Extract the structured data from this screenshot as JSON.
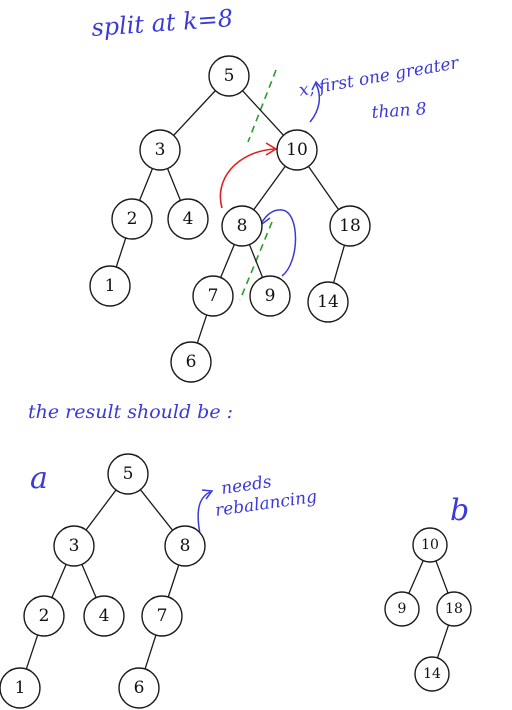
{
  "annotations": {
    "title": "split at k=8",
    "note_x_line1": "x, first one greater",
    "note_x_line2": "than 8",
    "result_heading": "the result should be :",
    "label_a": "a",
    "label_b": "b",
    "note_rebalance_line1": "needs",
    "note_rebalance_line2": "rebalancing"
  },
  "trees": {
    "original": {
      "nodes": [
        {
          "id": "n5",
          "label": "5"
        },
        {
          "id": "n3",
          "label": "3"
        },
        {
          "id": "n10",
          "label": "10"
        },
        {
          "id": "n2",
          "label": "2"
        },
        {
          "id": "n4",
          "label": "4"
        },
        {
          "id": "n8",
          "label": "8"
        },
        {
          "id": "n18",
          "label": "18"
        },
        {
          "id": "n1",
          "label": "1"
        },
        {
          "id": "n7",
          "label": "7"
        },
        {
          "id": "n9",
          "label": "9"
        },
        {
          "id": "n14",
          "label": "14"
        },
        {
          "id": "n6",
          "label": "6"
        }
      ],
      "edges": [
        [
          "n5",
          "n3"
        ],
        [
          "n5",
          "n10"
        ],
        [
          "n3",
          "n2"
        ],
        [
          "n3",
          "n4"
        ],
        [
          "n2",
          "n1"
        ],
        [
          "n10",
          "n8"
        ],
        [
          "n10",
          "n18"
        ],
        [
          "n8",
          "n7"
        ],
        [
          "n8",
          "n9"
        ],
        [
          "n7",
          "n6"
        ],
        [
          "n18",
          "n14"
        ]
      ]
    },
    "result_a": {
      "nodes": [
        {
          "id": "a5",
          "label": "5"
        },
        {
          "id": "a3",
          "label": "3"
        },
        {
          "id": "a8",
          "label": "8"
        },
        {
          "id": "a2",
          "label": "2"
        },
        {
          "id": "a4",
          "label": "4"
        },
        {
          "id": "a7",
          "label": "7"
        },
        {
          "id": "a1",
          "label": "1"
        },
        {
          "id": "a6",
          "label": "6"
        }
      ],
      "edges": [
        [
          "a5",
          "a3"
        ],
        [
          "a5",
          "a8"
        ],
        [
          "a3",
          "a2"
        ],
        [
          "a3",
          "a4"
        ],
        [
          "a2",
          "a1"
        ],
        [
          "a8",
          "a7"
        ],
        [
          "a7",
          "a6"
        ]
      ]
    },
    "result_b": {
      "nodes": [
        {
          "id": "b10",
          "label": "10"
        },
        {
          "id": "b9",
          "label": "9"
        },
        {
          "id": "b18",
          "label": "18"
        },
        {
          "id": "b14",
          "label": "14"
        }
      ],
      "edges": [
        [
          "b10",
          "b9"
        ],
        [
          "b10",
          "b18"
        ],
        [
          "b18",
          "b14"
        ]
      ]
    }
  },
  "colors": {
    "ink": "#1a1a1a",
    "handwriting": "#3a3ad6",
    "split_line": "#2e9a2e",
    "arrow_red": "#e02020",
    "arrow_blue": "#3a3ad6"
  }
}
